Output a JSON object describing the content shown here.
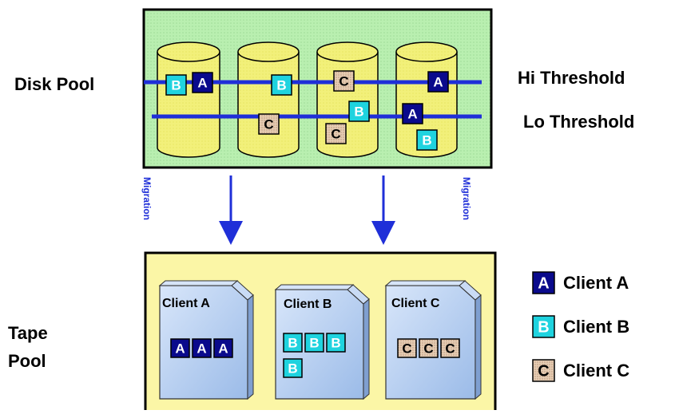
{
  "labels": {
    "disk_pool": "Disk Pool",
    "tape_pool_line1": "Tape",
    "tape_pool_line2": "Pool",
    "hi_threshold": "Hi Threshold",
    "lo_threshold": "Lo Threshold",
    "migration": "Migration"
  },
  "legend": [
    {
      "letter": "A",
      "label": "Client A"
    },
    {
      "letter": "B",
      "label": "Client B"
    },
    {
      "letter": "C",
      "label": "Client C"
    }
  ],
  "tapes": [
    {
      "title": "Client A",
      "letter": "A",
      "count": 3
    },
    {
      "title": "Client B",
      "letter": "B",
      "count": 4
    },
    {
      "title": "Client C",
      "letter": "C",
      "count": 3
    }
  ],
  "disk_blocks": [
    "B",
    "A",
    "B",
    "C",
    "A",
    "C",
    "B",
    "C",
    "A",
    "B"
  ],
  "colors": {
    "client_a": "#0a0a8c",
    "client_b": "#1fd3df",
    "client_c": "#e6cdb4",
    "disk_pool_bg": "#b9efb0",
    "tape_pool_bg": "#fbf6a6",
    "cylinder": "#f2f07a",
    "threshold_line": "#1f2fd8",
    "arrow": "#1f2fd8",
    "tape_cartridge": "#b4cff2"
  }
}
